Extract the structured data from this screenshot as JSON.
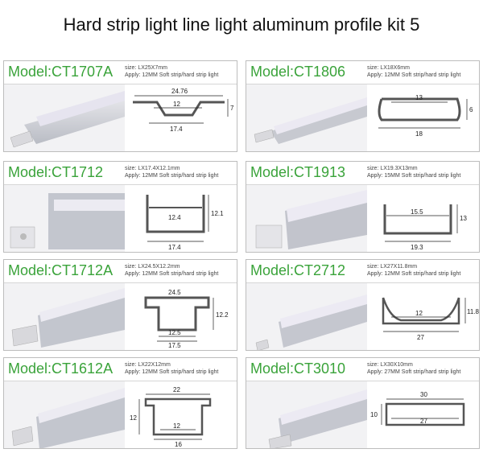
{
  "title": "Hard strip light line light aluminum profile kit 5",
  "cards": [
    {
      "model": "Model:CT1707A",
      "size": "size: LX25X7mm",
      "apply": "Apply: 12MM Soft strip/hard strip light",
      "dims": [
        "24.76",
        "12",
        "17.4",
        "7"
      ]
    },
    {
      "model": "Model:CT1806",
      "size": "size: LX18X6mm",
      "apply": "Apply: 12MM Soft strip/hard strip light",
      "dims": [
        "13",
        "18",
        "6"
      ]
    },
    {
      "model": "Model:CT1712",
      "size": "size: LX17.4X12.1mm",
      "apply": "Apply: 12MM Soft strip/hard strip light",
      "dims": [
        "12.4",
        "17.4",
        "12.1"
      ]
    },
    {
      "model": "Model:CT1913",
      "size": "size: LX19.3X13mm",
      "apply": "Apply: 15MM Soft strip/hard strip light",
      "dims": [
        "15.5",
        "19.3",
        "13"
      ]
    },
    {
      "model": "Model:CT1712A",
      "size": "size: LX24.5X12.2mm",
      "apply": "Apply: 12MM Soft strip/hard strip light",
      "dims": [
        "24.5",
        "12.5",
        "17.5",
        "12.2"
      ]
    },
    {
      "model": "Model:CT2712",
      "size": "size: LX27X11.8mm",
      "apply": "Apply: 12MM Soft strip/hard strip light",
      "dims": [
        "12",
        "27",
        "11.8"
      ]
    },
    {
      "model": "Model:CT1612A",
      "size": "size: LX22X12mm",
      "apply": "Apply: 12MM Soft strip/hard strip light",
      "dims": [
        "22",
        "12",
        "16",
        "12"
      ]
    },
    {
      "model": "Model:CT3010",
      "size": "size: LX30X10mm",
      "apply": "Apply: 27MM Soft strip/hard strip light",
      "dims": [
        "30",
        "27",
        "10"
      ]
    }
  ]
}
